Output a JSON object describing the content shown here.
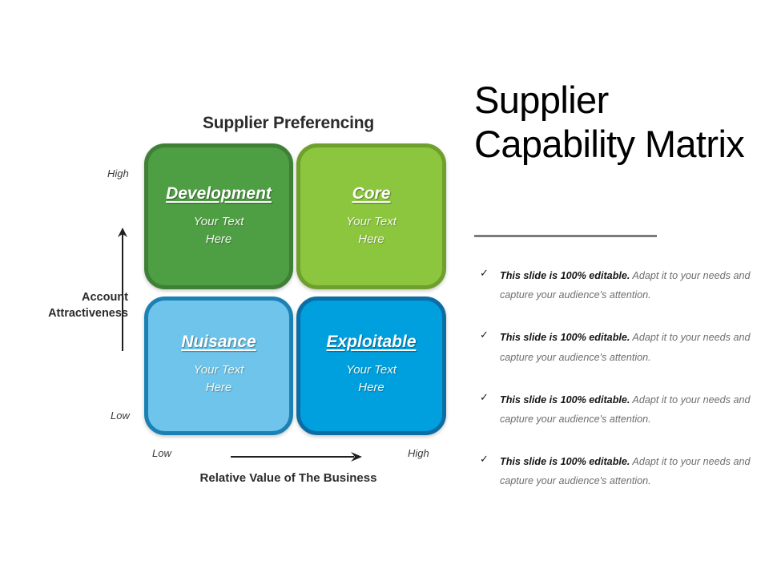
{
  "matrix": {
    "title": "Supplier Preferencing",
    "quadrants": [
      {
        "id": "development",
        "label": "Development",
        "body": "Your Text\nHere",
        "fill": "#4e9e43",
        "border": "#3f7f36"
      },
      {
        "id": "core",
        "label": "Core",
        "body": "Your Text\nHere",
        "fill": "#8cc63e",
        "border": "#6f9f2c"
      },
      {
        "id": "nuisance",
        "label": "Nuisance",
        "body": "Your Text\nHere",
        "fill": "#6ec4ea",
        "border": "#1b81b4"
      },
      {
        "id": "exploitable",
        "label": "Exploitable",
        "body": "Your Text\nHere",
        "fill": "#009fde",
        "border": "#0a6ea5"
      }
    ],
    "y_axis": {
      "label": "Account\nAttractiveness",
      "high_tick": "High",
      "low_tick": "Low",
      "arrow_icon": "arrow-up-icon"
    },
    "x_axis": {
      "label": "Relative Value of The Business",
      "low_tick": "Low",
      "high_tick": "High",
      "arrow_icon": "arrow-right-icon"
    }
  },
  "panel": {
    "title": "Supplier Capability Matrix",
    "rule_color": "#7b7b7b",
    "bullet_icon": "check-icon",
    "bullets": [
      {
        "lead": "This slide is 100% editable.",
        "rest": " Adapt it to your needs and capture your audience's attention."
      },
      {
        "lead": "This slide is 100% editable.",
        "rest": " Adapt it to your needs and capture your audience's attention."
      },
      {
        "lead": "This slide is 100% editable.",
        "rest": " Adapt it to your needs and capture your audience's attention."
      },
      {
        "lead": "This slide is 100% editable.",
        "rest": " Adapt it to your needs and capture your audience's attention."
      }
    ]
  }
}
